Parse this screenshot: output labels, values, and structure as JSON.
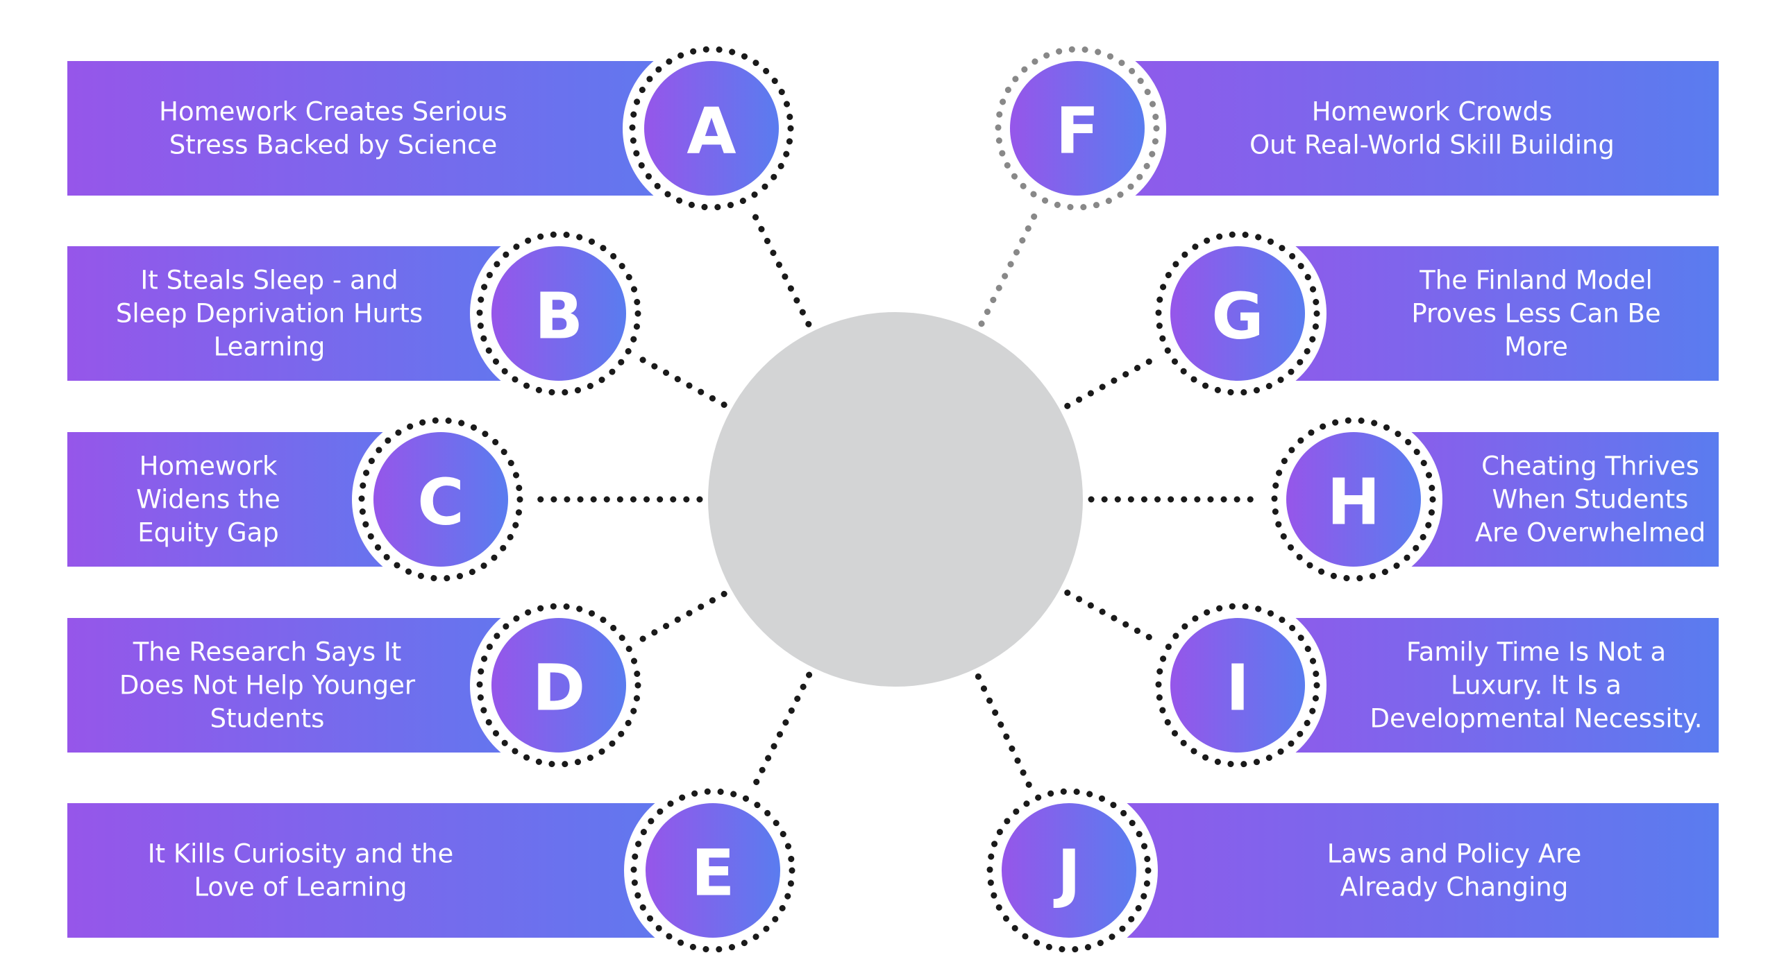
{
  "colors": {
    "gradient_start": "#9656ea",
    "gradient_end": "#5a7cef",
    "hub": "#d3d4d5",
    "dots_dark": "#1a1a1a",
    "dots_grey": "#888888",
    "background": "#ffffff"
  },
  "nodes": [
    {
      "letter": "A",
      "lines": [
        "Homework Creates Serious",
        "Stress  Backed by Science"
      ],
      "dots": "dark"
    },
    {
      "letter": "B",
      "lines": [
        "It Steals Sleep - and",
        "Sleep Deprivation Hurts",
        "Learning"
      ],
      "dots": "dark"
    },
    {
      "letter": "C",
      "lines": [
        "Homework",
        "Widens the",
        "Equity Gap"
      ],
      "dots": "dark"
    },
    {
      "letter": "D",
      "lines": [
        "The Research Says It",
        "Does Not Help Younger",
        "Students"
      ],
      "dots": "dark"
    },
    {
      "letter": "E",
      "lines": [
        "It Kills Curiosity and the",
        "Love of Learning"
      ],
      "dots": "dark"
    },
    {
      "letter": "F",
      "lines": [
        "Homework Crowds",
        "Out Real-World Skill Building"
      ],
      "dots": "grey"
    },
    {
      "letter": "G",
      "lines": [
        "The Finland Model",
        "Proves Less Can Be",
        "More"
      ],
      "dots": "dark"
    },
    {
      "letter": "H",
      "lines": [
        "Cheating Thrives",
        "When Students",
        "Are Overwhelmed"
      ],
      "dots": "dark"
    },
    {
      "letter": "I",
      "lines": [
        "Family Time Is Not a",
        "Luxury. It Is a",
        "Developmental Necessity."
      ],
      "dots": "dark"
    },
    {
      "letter": "J",
      "lines": [
        "Laws and Policy Are",
        "Already Changing"
      ],
      "dots": "dark"
    }
  ]
}
